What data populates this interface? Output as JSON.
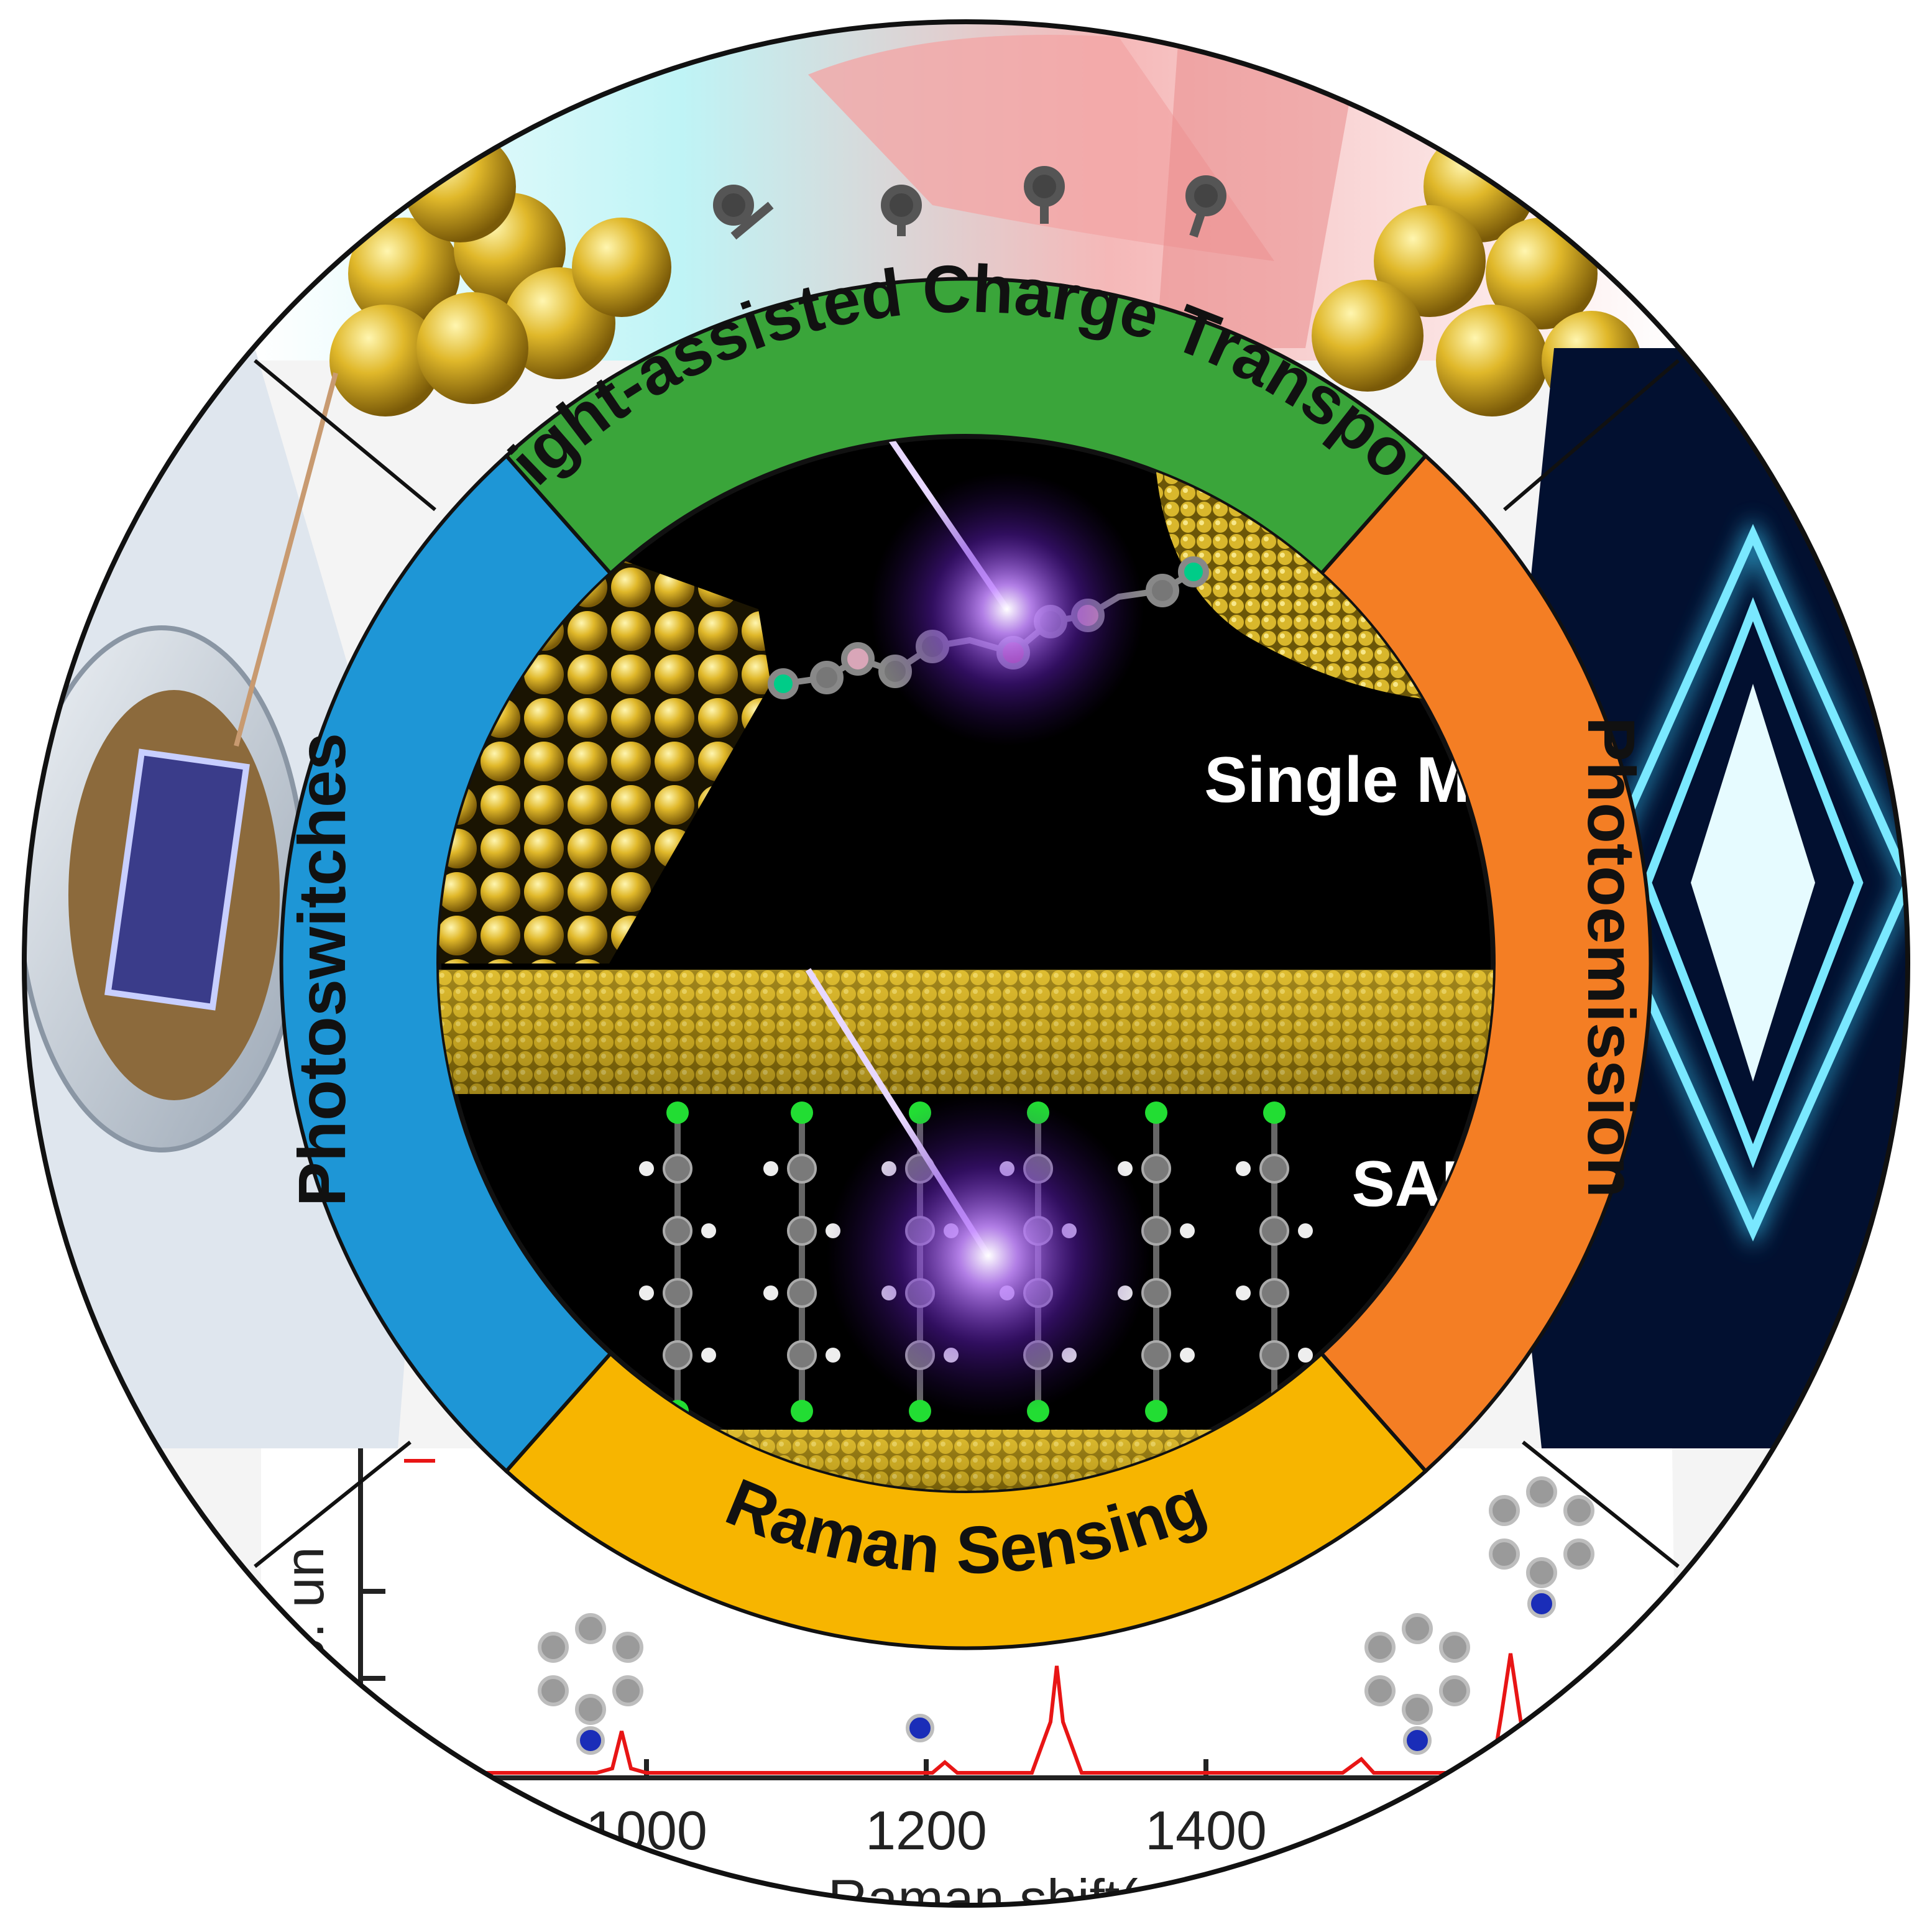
{
  "colors": {
    "transport": "#3aa53a",
    "photoswitch": "#1e96d6",
    "photoemission": "#f47e24",
    "raman": "#f7b500",
    "gold": "#b49a1c",
    "gold_light": "#e8c43a",
    "laser": "#8a2be2",
    "inner_bg": "#000000",
    "outline": "#111111",
    "emission_bg": "#021030",
    "emission_glow": "#3ad0ff"
  },
  "ring_labels": {
    "transport": "Light-assisted Charge Transport",
    "photoswitch": "Photoswitches",
    "photoemission": "Photoemission",
    "raman": "Raman Sensing"
  },
  "inner_labels": {
    "single_mj": "Single MJ",
    "sam": "SAM"
  },
  "raman_panel": {
    "ylabel_fragment": "(arb. un",
    "xlabel_fragment": "Raman shift(cm",
    "ticks": [
      "1000",
      "1200",
      "1400"
    ]
  }
}
